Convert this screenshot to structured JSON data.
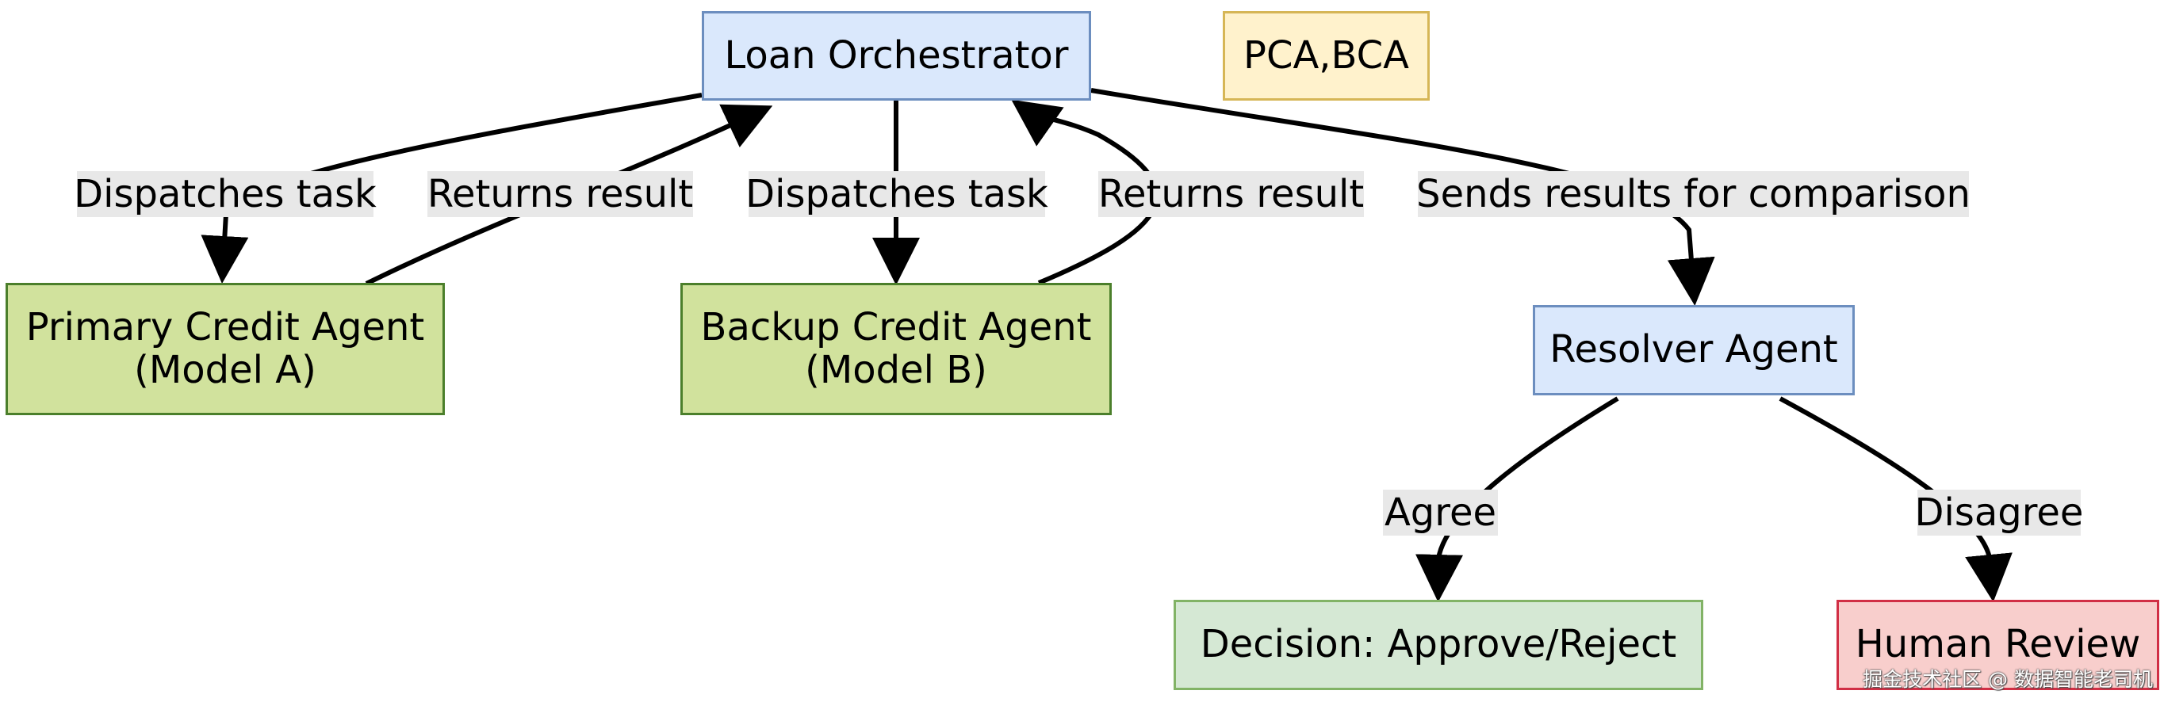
{
  "colors": {
    "blue_fill": "#dae8fc",
    "blue_stroke": "#6c8ebf",
    "green_fill": "#d1e29d",
    "green_stroke": "#4b7f2b",
    "light_green_fill": "#d5e8d4",
    "light_green_stroke": "#82b366",
    "yellow_fill": "#fff2cc",
    "yellow_stroke": "#d6b656",
    "red_fill": "#f8cecc",
    "red_stroke": "#d12f45",
    "edge": "#000000",
    "label_bg": "#e8e8e8"
  },
  "nodes": {
    "loan_orchestrator": {
      "lines": [
        "Loan Orchestrator"
      ]
    },
    "pca_bca": {
      "lines": [
        "PCA,BCA"
      ]
    },
    "primary_credit_agent": {
      "lines": [
        "Primary Credit Agent",
        "(Model A)"
      ]
    },
    "backup_credit_agent": {
      "lines": [
        "Backup Credit Agent",
        "(Model B)"
      ]
    },
    "resolver_agent": {
      "lines": [
        "Resolver Agent"
      ]
    },
    "decision": {
      "lines": [
        "Decision: Approve/Reject"
      ]
    },
    "human_review": {
      "lines": [
        "Human Review"
      ]
    }
  },
  "edges": {
    "dispatch_primary": "Dispatches task",
    "return_primary": "Returns result",
    "dispatch_backup": "Dispatches task",
    "return_backup": "Returns result",
    "send_resolver": "Sends results for comparison",
    "agree": "Agree",
    "disagree": "Disagree"
  },
  "watermark": "掘金技术社区 @ 数据智能老司机"
}
